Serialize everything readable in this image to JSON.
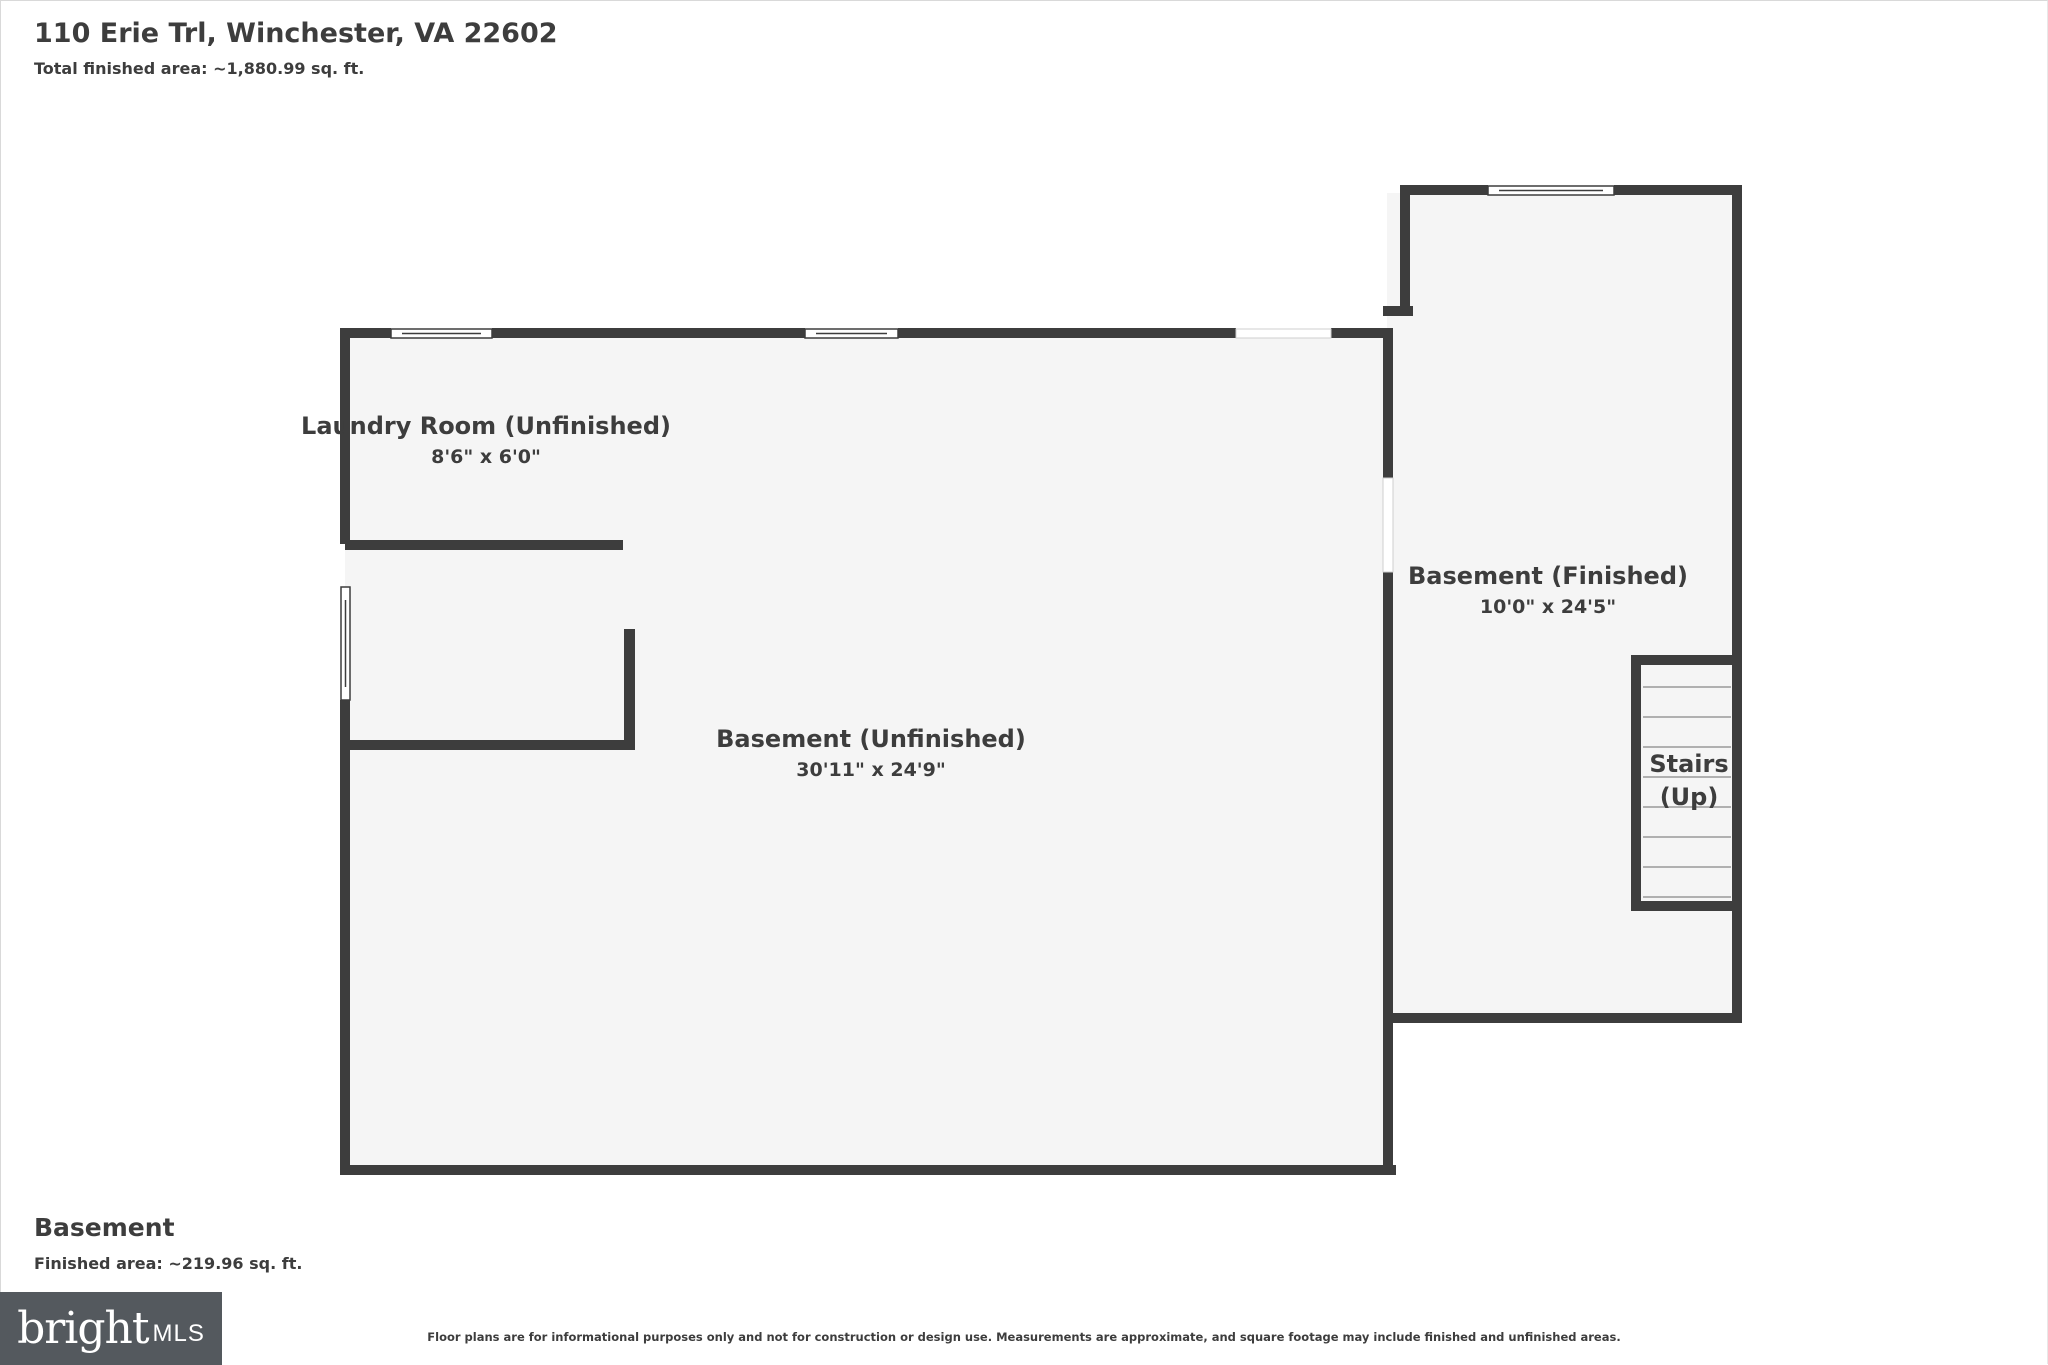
{
  "header": {
    "address": "110 Erie Trl, Winchester, VA 22602",
    "total_area": "Total finished area: ~1,880.99 sq. ft."
  },
  "floor": {
    "name": "Basement",
    "finished_area": "Finished area: ~219.96 sq. ft."
  },
  "rooms": {
    "laundry": {
      "name": "Laundry Room (Unfinished)",
      "dims": "8'6\" x 6'0\""
    },
    "basement_unfinished": {
      "name": "Basement (Unfinished)",
      "dims": "30'11\" x 24'9\""
    },
    "basement_finished": {
      "name": "Basement (Finished)",
      "dims": "10'0\" x 24'5\""
    },
    "stairs": {
      "line1": "Stairs",
      "line2": "(Up)"
    }
  },
  "footer": {
    "disclaimer": "Floor plans are for informational purposes only and not for construction or design use. Measurements are approximate, and square footage may include finished and unfinished areas."
  },
  "logo": {
    "brand": "bright",
    "suffix": "MLS"
  },
  "colors": {
    "wall": "#3d3d3d",
    "floor": "#f5f5f5",
    "text": "#3d3d3d",
    "logo_bg": "#54595e"
  }
}
